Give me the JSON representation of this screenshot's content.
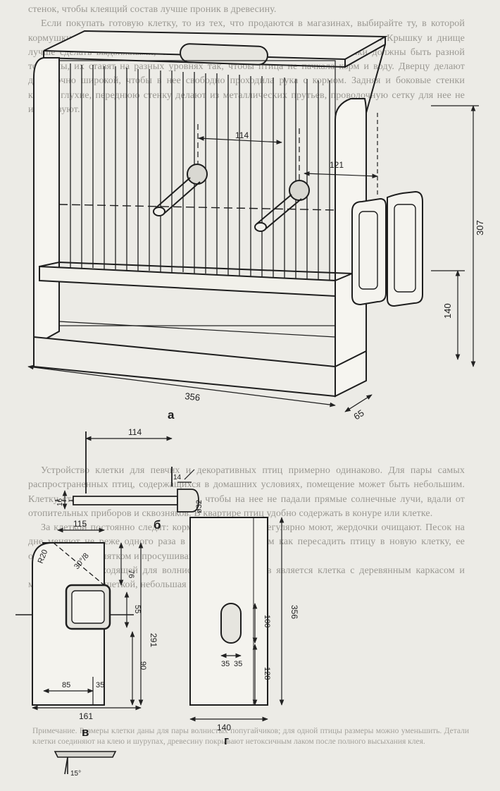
{
  "text": {
    "top_para_1": "стенок, чтобы клеящий состав лучше проник в древесину.",
    "top_para_2": "Если покупать готовую клетку, то из тех, что продаются в магазинах, выбирайте ту, в которой кормушки, поилки, жердочки и дверцы сделаны добротно, а прутья не гнутся. Крышку и днище лучше сделать выдвижными, чтобы клетку было удобно чистить. Жердочки должны быть разной толщины, их ставят на разных уровнях так, чтобы птица не пачкала корм и воду. Дверцу делают достаточно широкой, чтобы в нее свободно проходила рука с кормом. Задняя и боковые стенки клетки глухие, переднюю стенку делают из металлических прутьев, проволочную сетку для нее не используют.",
    "bottom_para_1": "Устройство клетки для певчих и декоративных птиц примерно одинаково. Для пары самых распространенных птиц, содержащихся в домашних условиях, помещение может быть небольшим. Клетку ставят в светлом месте, но так, чтобы на нее не падали прямые солнечные лучи, вдали от отопительных приборов и сквозняков. В квартире птиц удобно содержать в конуре или клетке.",
    "bottom_para_2": "За клеткой постоянно следят: кормушки и поилки регулярно моют, жердочки очищают. Песок на дне меняют не реже одного раза в неделю. Перед тем как пересадить птицу в новую клетку, ее обрабатывают кипятком и просушивают.",
    "bottom_para_3": "Наиболее подходящей для волнистых попугайчиков является клетка с деревянным каркасом и металлической решеткой, небольшая по размеру.",
    "footnote": "Примечание. Размеры клетки даны для пары волнистых попугайчиков; для одной птицы размеры можно уменьшить. Детали клетки соединяют на клею и шурупах, древесину покрывают нетоксичным лаком после полного высыхания клея."
  },
  "figures": {
    "a": {
      "label": "а",
      "dims": {
        "width": "356",
        "depth": "65",
        "height": "307",
        "lower": "140",
        "perch_spacing": "114",
        "perch_offset": "121"
      }
    },
    "b": {
      "label": "б",
      "dims": {
        "length": "114",
        "tip": "14",
        "diameter": "ø32",
        "thickness": "16"
      }
    },
    "v": {
      "label": "в",
      "dims": {
        "top": "115",
        "radius": "R20",
        "angle": "30°/8",
        "upper": "76",
        "height": "291",
        "window": "55",
        "lower": "90",
        "bottom_inner": "85",
        "bottom_edge": "35",
        "width": "161"
      }
    },
    "g": {
      "label": "г",
      "dims": {
        "slot_h": "100",
        "height": "356",
        "from_bottom": "128",
        "slot_w1": "35",
        "slot_w2": "35",
        "width": "140"
      }
    },
    "detail": {
      "angle": "15°"
    }
  }
}
